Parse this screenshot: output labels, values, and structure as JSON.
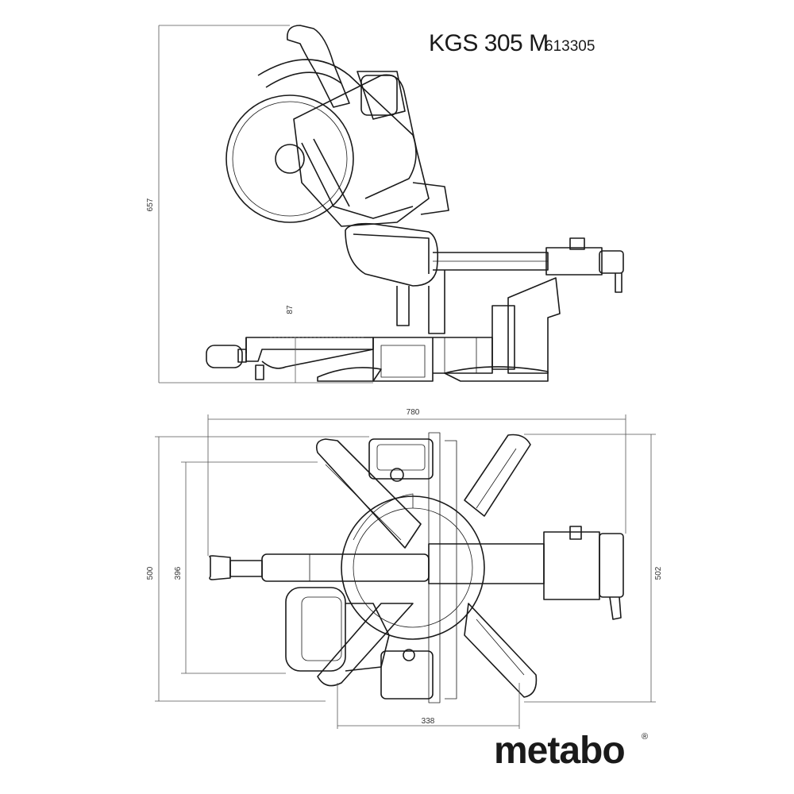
{
  "header": {
    "model": "KGS 305 M",
    "article_number": "613305"
  },
  "dimensions": {
    "height_total": "657",
    "table_height": "87",
    "length": "780",
    "depth_left": "500",
    "depth_inner": "396",
    "depth_right": "502",
    "width_bottom": "338"
  },
  "brand": {
    "logo": "metabo",
    "registered": "®"
  }
}
